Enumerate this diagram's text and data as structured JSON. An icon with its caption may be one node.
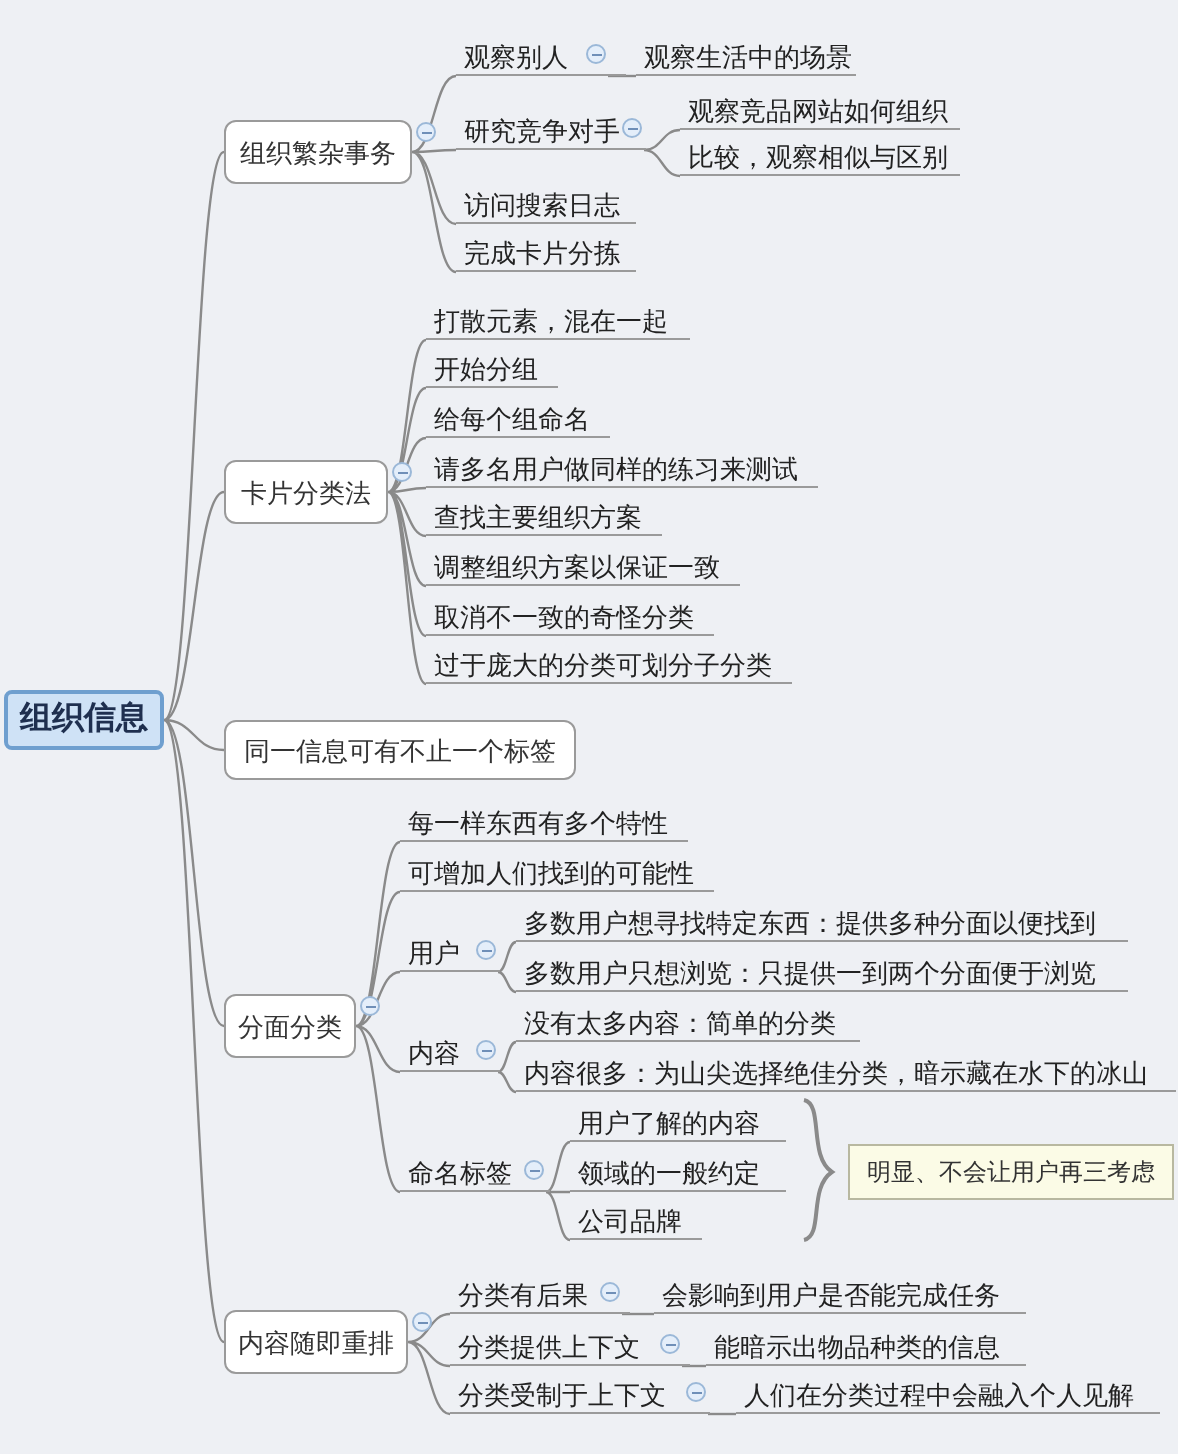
{
  "diagram": {
    "nodes": [
      {
        "text": [
          "组织信息"
        ]
      },
      {
        "text": [
          "组织繁杂事务"
        ]
      },
      {
        "text": [
          "观察别人"
        ]
      },
      {
        "text": [
          "观察生活中的场景"
        ]
      },
      {
        "text": [
          "研究竞争对手"
        ]
      },
      {
        "text": [
          "观察竞品网站如何组织"
        ]
      },
      {
        "text": [
          "比较，观察相似与区别"
        ]
      },
      {
        "text": [
          "访问搜索日志"
        ]
      },
      {
        "text": [
          "完成卡片分拣"
        ]
      },
      {
        "text": [
          "卡片分类法"
        ]
      },
      {
        "text": [
          "打散元素，混在一起"
        ]
      },
      {
        "text": [
          "开始分组"
        ]
      },
      {
        "text": [
          "给每个组命名"
        ]
      },
      {
        "text": [
          "请多名用户做同样的练习来测试"
        ]
      },
      {
        "text": [
          "查找主要组织方案"
        ]
      },
      {
        "text": [
          "调整组织方案以保证一致"
        ]
      },
      {
        "text": [
          "取消不一致的奇怪分类"
        ]
      },
      {
        "text": [
          "过于庞大的分类可划分子分类"
        ]
      },
      {
        "text": [
          "同一信息可有不止一个标签"
        ]
      },
      {
        "text": [
          "分面分类"
        ]
      },
      {
        "text": [
          "每一样东西有多个特性"
        ]
      },
      {
        "text": [
          "可增加人们找到的可能性"
        ]
      },
      {
        "text": [
          "用户"
        ]
      },
      {
        "text": [
          "多数用户想寻找特定东西：提供多种分面以便找到"
        ]
      },
      {
        "text": [
          "多数用户只想浏览：只提供一到两个分面便于浏览"
        ]
      },
      {
        "text": [
          "内容"
        ]
      },
      {
        "text": [
          "没有太多内容：简单的分类"
        ]
      },
      {
        "text": [
          "内容很多：为山尖选择绝佳分类，暗示藏在水下的冰山"
        ]
      },
      {
        "text": [
          "命名标签"
        ]
      },
      {
        "text": [
          "用户了解的内容"
        ]
      },
      {
        "text": [
          "领域的一般约定"
        ]
      },
      {
        "text": [
          "公司品牌"
        ]
      },
      {
        "text": [
          "明显、不会让用户再三考虑"
        ]
      },
      {
        "text": [
          "内容随即重排"
        ]
      },
      {
        "text": [
          "分类有后果"
        ]
      },
      {
        "text": [
          "会影响到用户是否能完成任务"
        ]
      },
      {
        "text": [
          "分类提供上下文"
        ]
      },
      {
        "text": [
          "能暗示出物品种类的信息"
        ]
      },
      {
        "text": [
          "分类受制于上下文"
        ]
      },
      {
        "text": [
          "人们在分类过程中会融入个人见解"
        ]
      }
    ],
    "edges": [
      {
        "from": 0,
        "to": 1,
        "arrow": "none"
      },
      {
        "from": 0,
        "to": 9,
        "arrow": "none"
      },
      {
        "from": 0,
        "to": 18,
        "arrow": "none"
      },
      {
        "from": 0,
        "to": 19,
        "arrow": "none"
      },
      {
        "from": 0,
        "to": 33,
        "arrow": "none"
      },
      {
        "from": 1,
        "to": 2,
        "arrow": "none"
      },
      {
        "from": 1,
        "to": 4,
        "arrow": "none"
      },
      {
        "from": 1,
        "to": 7,
        "arrow": "none"
      },
      {
        "from": 1,
        "to": 8,
        "arrow": "none"
      },
      {
        "from": 2,
        "to": 3,
        "arrow": "none"
      },
      {
        "from": 4,
        "to": 5,
        "arrow": "none"
      },
      {
        "from": 4,
        "to": 6,
        "arrow": "none"
      },
      {
        "from": 9,
        "to": 10,
        "arrow": "none"
      },
      {
        "from": 9,
        "to": 11,
        "arrow": "none"
      },
      {
        "from": 9,
        "to": 12,
        "arrow": "none"
      },
      {
        "from": 9,
        "to": 13,
        "arrow": "none"
      },
      {
        "from": 9,
        "to": 14,
        "arrow": "none"
      },
      {
        "from": 9,
        "to": 15,
        "arrow": "none"
      },
      {
        "from": 9,
        "to": 16,
        "arrow": "none"
      },
      {
        "from": 9,
        "to": 17,
        "arrow": "none"
      },
      {
        "from": 19,
        "to": 20,
        "arrow": "none"
      },
      {
        "from": 19,
        "to": 21,
        "arrow": "none"
      },
      {
        "from": 19,
        "to": 22,
        "arrow": "none"
      },
      {
        "from": 19,
        "to": 25,
        "arrow": "none"
      },
      {
        "from": 19,
        "to": 28,
        "arrow": "none"
      },
      {
        "from": 22,
        "to": 23,
        "arrow": "none"
      },
      {
        "from": 22,
        "to": 24,
        "arrow": "none"
      },
      {
        "from": 25,
        "to": 26,
        "arrow": "none"
      },
      {
        "from": 25,
        "to": 27,
        "arrow": "none"
      },
      {
        "from": 28,
        "to": 29,
        "arrow": "none"
      },
      {
        "from": 28,
        "to": 30,
        "arrow": "none"
      },
      {
        "from": 28,
        "to": 31,
        "arrow": "none"
      },
      {
        "from": 33,
        "to": 34,
        "arrow": "none"
      },
      {
        "from": 33,
        "to": 36,
        "arrow": "none"
      },
      {
        "from": 33,
        "to": 38,
        "arrow": "none"
      },
      {
        "from": 34,
        "to": 35,
        "arrow": "none"
      },
      {
        "from": 36,
        "to": 37,
        "arrow": "none"
      },
      {
        "from": 38,
        "to": 39,
        "arrow": "none"
      }
    ]
  }
}
